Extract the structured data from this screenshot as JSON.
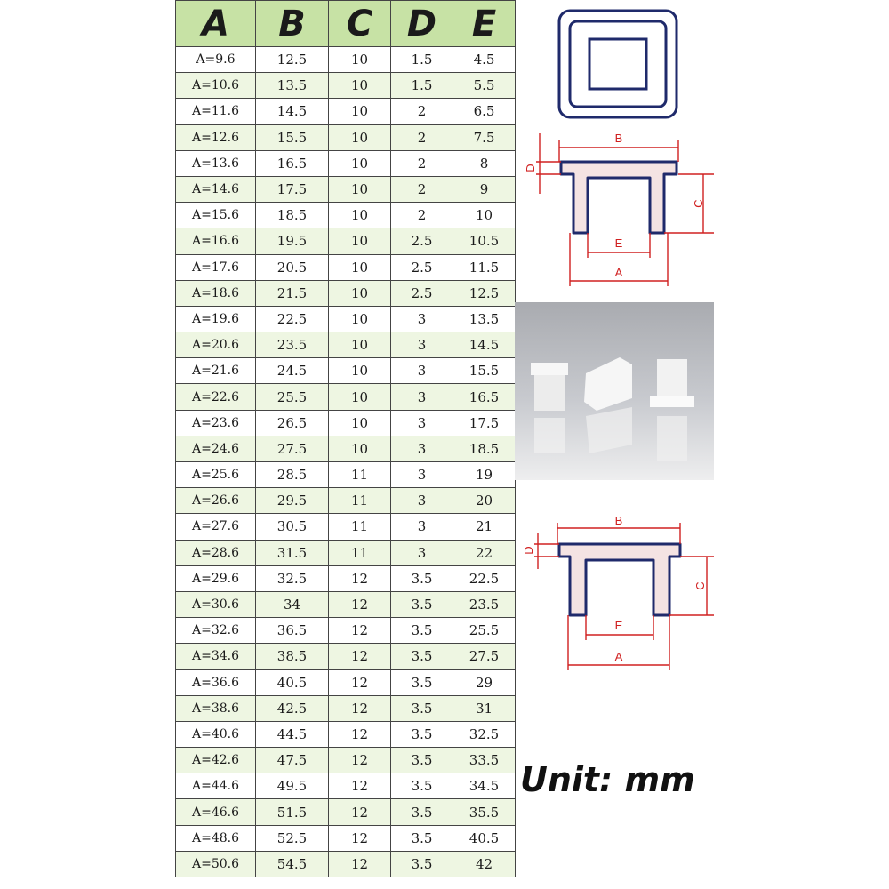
{
  "table": {
    "headers": [
      "A",
      "B",
      "C",
      "D",
      "E"
    ],
    "rows": [
      [
        "A=9.6",
        "12.5",
        "10",
        "1.5",
        "4.5"
      ],
      [
        "A=10.6",
        "13.5",
        "10",
        "1.5",
        "5.5"
      ],
      [
        "A=11.6",
        "14.5",
        "10",
        "2",
        "6.5"
      ],
      [
        "A=12.6",
        "15.5",
        "10",
        "2",
        "7.5"
      ],
      [
        "A=13.6",
        "16.5",
        "10",
        "2",
        "8"
      ],
      [
        "A=14.6",
        "17.5",
        "10",
        "2",
        "9"
      ],
      [
        "A=15.6",
        "18.5",
        "10",
        "2",
        "10"
      ],
      [
        "A=16.6",
        "19.5",
        "10",
        "2.5",
        "10.5"
      ],
      [
        "A=17.6",
        "20.5",
        "10",
        "2.5",
        "11.5"
      ],
      [
        "A=18.6",
        "21.5",
        "10",
        "2.5",
        "12.5"
      ],
      [
        "A=19.6",
        "22.5",
        "10",
        "3",
        "13.5"
      ],
      [
        "A=20.6",
        "23.5",
        "10",
        "3",
        "14.5"
      ],
      [
        "A=21.6",
        "24.5",
        "10",
        "3",
        "15.5"
      ],
      [
        "A=22.6",
        "25.5",
        "10",
        "3",
        "16.5"
      ],
      [
        "A=23.6",
        "26.5",
        "10",
        "3",
        "17.5"
      ],
      [
        "A=24.6",
        "27.5",
        "10",
        "3",
        "18.5"
      ],
      [
        "A=25.6",
        "28.5",
        "11",
        "3",
        "19"
      ],
      [
        "A=26.6",
        "29.5",
        "11",
        "3",
        "20"
      ],
      [
        "A=27.6",
        "30.5",
        "11",
        "3",
        "21"
      ],
      [
        "A=28.6",
        "31.5",
        "11",
        "3",
        "22"
      ],
      [
        "A=29.6",
        "32.5",
        "12",
        "3.5",
        "22.5"
      ],
      [
        "A=30.6",
        "34",
        "12",
        "3.5",
        "23.5"
      ],
      [
        "A=32.6",
        "36.5",
        "12",
        "3.5",
        "25.5"
      ],
      [
        "A=34.6",
        "38.5",
        "12",
        "3.5",
        "27.5"
      ],
      [
        "A=36.6",
        "40.5",
        "12",
        "3.5",
        "29"
      ],
      [
        "A=38.6",
        "42.5",
        "12",
        "3.5",
        "31"
      ],
      [
        "A=40.6",
        "44.5",
        "12",
        "3.5",
        "32.5"
      ],
      [
        "A=42.6",
        "47.5",
        "12",
        "3.5",
        "33.5"
      ],
      [
        "A=44.6",
        "49.5",
        "12",
        "3.5",
        "34.5"
      ],
      [
        "A=46.6",
        "51.5",
        "12",
        "3.5",
        "35.5"
      ],
      [
        "A=48.6",
        "52.5",
        "12",
        "3.5",
        "40.5"
      ],
      [
        "A=50.6",
        "54.5",
        "12",
        "3.5",
        "42"
      ]
    ]
  },
  "diagram": {
    "label_a": "A",
    "label_b": "B",
    "label_c": "C",
    "label_d": "D",
    "label_e": "E"
  },
  "unit_label": "Unit: mm",
  "colors": {
    "header_green": "#c7e2a5",
    "dimension_red": "#d02020",
    "outline_navy": "#1f2a6b"
  }
}
